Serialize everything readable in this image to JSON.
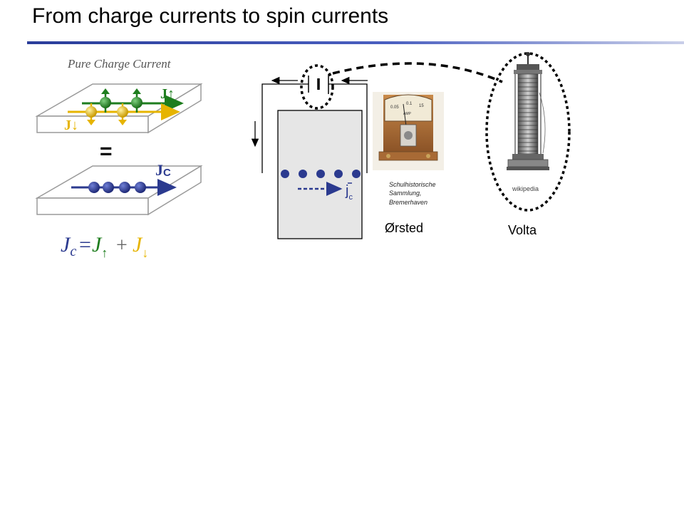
{
  "slide": {
    "title": "From charge currents to spin currents"
  },
  "left_panel": {
    "heading": "Pure Charge Current",
    "j_up_label": "J↑",
    "j_down_label": "J↓",
    "equals_sign": "=",
    "jc_label": "J",
    "jc_sub": "C",
    "equation": {
      "lhs": "J",
      "lhs_sub": "c",
      "equals": "=",
      "term1": "J",
      "term1_sub": "↑",
      "plus": "+",
      "term2": "J",
      "term2_sub": "↓"
    },
    "colors": {
      "spin_up": "#1e7d1e",
      "spin_down": "#e6b400",
      "charge": "#2b3a8f"
    }
  },
  "circuit": {
    "current_symbol": "j",
    "current_sub": "c",
    "photo_credit_lines": [
      "Schulhistorische",
      "Sammlung,",
      "Bremerhaven"
    ],
    "orsted_caption": "Ørsted",
    "volta_caption": "Volta",
    "volta_credit": "wikipedia",
    "ammeter_scale": [
      "0.05",
      "0.1",
      "15"
    ],
    "ammeter_unit": "AMP"
  }
}
